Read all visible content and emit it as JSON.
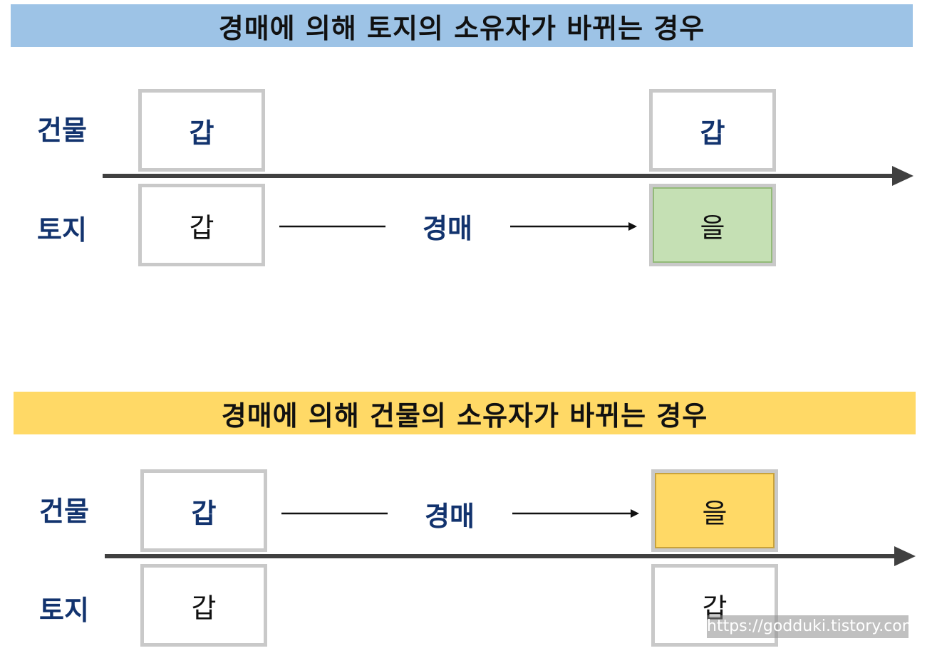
{
  "colors": {
    "banner_top": "#9dc3e6",
    "banner_bottom": "#ffd966",
    "label_text": "#12336e",
    "box_border": "#c9c9c9",
    "new_owner_land": "#c5e0b4",
    "new_owner_building": "#ffd966",
    "timeline": "#404040"
  },
  "section_land": {
    "title": "경매에 의해 토지의 소유자가 바뀌는 경우",
    "row_building_label": "건물",
    "row_land_label": "토지",
    "building_before": "갑",
    "building_after": "갑",
    "land_before": "갑",
    "land_after": "을",
    "transfer_label": "경매"
  },
  "section_building": {
    "title": "경매에 의해 건물의 소유자가 바뀌는 경우",
    "row_building_label": "건물",
    "row_land_label": "토지",
    "building_before": "갑",
    "building_after": "을",
    "land_before": "갑",
    "land_after": "갑",
    "transfer_label": "경매"
  },
  "watermark": "https://godduki.tistory.com"
}
